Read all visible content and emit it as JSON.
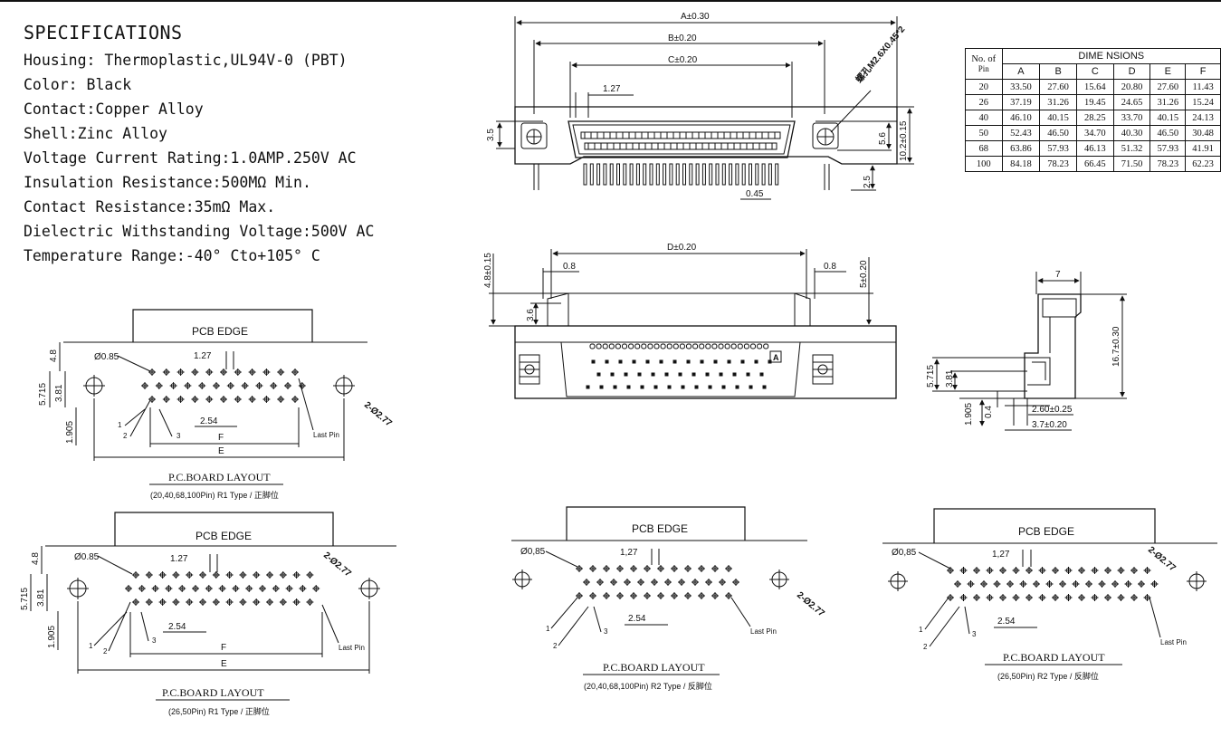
{
  "specs": {
    "title": "SPECIFICATIONS",
    "lines": [
      "Housing: Thermoplastic,UL94V-0 (PBT)",
      "Color: Black",
      "Contact:Copper Alloy",
      "Shell:Zinc Alloy",
      "Voltage Current Rating:1.0AMP.250V AC",
      "Insulation Resistance:500MΩ  Min.",
      "Contact Resistance:35mΩ  Max.",
      "Dielectric Withstanding Voltage:500V AC",
      "Temperature Range:-40° Cto+105° C"
    ]
  },
  "dimensions_table": {
    "corner_top": "No. of",
    "corner_bottom": "Pin",
    "group_header": "DIME NSIONS",
    "columns": [
      "A",
      "B",
      "C",
      "D",
      "E",
      "F"
    ],
    "rows": [
      {
        "pin": "20",
        "values": [
          "33.50",
          "27.60",
          "15.64",
          "20.80",
          "27.60",
          "11.43"
        ]
      },
      {
        "pin": "26",
        "values": [
          "37.19",
          "31.26",
          "19.45",
          "24.65",
          "31.26",
          "15.24"
        ]
      },
      {
        "pin": "40",
        "values": [
          "46.10",
          "40.15",
          "28.25",
          "33.70",
          "40.15",
          "24.13"
        ]
      },
      {
        "pin": "50",
        "values": [
          "52.43",
          "46.50",
          "34.70",
          "40.30",
          "46.50",
          "30.48"
        ]
      },
      {
        "pin": "68",
        "values": [
          "63.86",
          "57.93",
          "46.13",
          "51.32",
          "57.93",
          "41.91"
        ]
      },
      {
        "pin": "100",
        "values": [
          "84.18",
          "78.23",
          "66.45",
          "71.50",
          "78.23",
          "62.23"
        ]
      }
    ]
  },
  "front_view": {
    "dim_a": "A±0.30",
    "dim_b": "B±0.20",
    "dim_c": "C±0.20",
    "pitch": "1.27",
    "left_h": "3.5",
    "screw": "螺孔M2.6X0.45*2",
    "mid_h": "5.6",
    "total_h": "10.2±0.15",
    "pin_len": "2.5",
    "pin_w": "0.45"
  },
  "top_view": {
    "dim_d": "D±0.20",
    "left_off": "0.8",
    "right_off": "0.8",
    "left_h1": "4.8±0.15",
    "left_h2": "3.6",
    "right_h": "5±0.20",
    "mark": "A"
  },
  "side_view": {
    "top_w": "7",
    "height": "16.7±0.30",
    "h1": "5.715",
    "h2": "3.81",
    "h3": "1.905",
    "h4": "0.4",
    "w1": "2.60±0.25",
    "w2": "3.7±0.20"
  },
  "layouts": [
    {
      "edge": "PCB EDGE",
      "hole": "Ø0.85",
      "pitch": "1.27",
      "row_pitch": "2.54",
      "mount": "2-Ø2.77",
      "h1": "4.8",
      "h2": "5.715",
      "h3": "3.81",
      "h4": "1.905",
      "pin1": "1",
      "pin2": "2",
      "pin3": "3",
      "last": "Last Pin",
      "dim_f": "F",
      "dim_e": "E",
      "title": "P.C.BOARD LAYOUT",
      "subtitle": "(20,40,68,100Pin) R1 Type / 正脚位"
    },
    {
      "edge": "PCB EDGE",
      "hole": "Ø0.85",
      "pitch": "1.27",
      "row_pitch": "2.54",
      "mount": "2-Ø2.77",
      "h1": "4.8",
      "h2": "5.715",
      "h3": "3.81",
      "h4": "1.905",
      "pin1": "1",
      "pin2": "2",
      "pin3": "3",
      "last": "Last Pin",
      "dim_f": "F",
      "dim_e": "E",
      "title": "P.C.BOARD LAYOUT",
      "subtitle": "(26,50Pin) R1 Type / 正脚位"
    },
    {
      "edge": "PCB EDGE",
      "hole": "Ø0,85",
      "pitch": "1,27",
      "row_pitch": "2.54",
      "mount": "2-Ø2.77",
      "pin1": "1",
      "pin2": "2",
      "pin3": "3",
      "last": "Last Pin",
      "title": "P.C.BOARD LAYOUT",
      "subtitle": "(20,40,68,100Pin) R2 Type / 反脚位"
    },
    {
      "edge": "PCB EDGE",
      "hole": "Ø0,85",
      "pitch": "1,27",
      "row_pitch": "2.54",
      "mount": "2-Ø2.77",
      "pin1": "1",
      "pin2": "2",
      "pin3": "3",
      "last": "Last Pin",
      "title": "P.C.BOARD LAYOUT",
      "subtitle": "(26,50Pin) R2 Type / 反脚位"
    }
  ]
}
